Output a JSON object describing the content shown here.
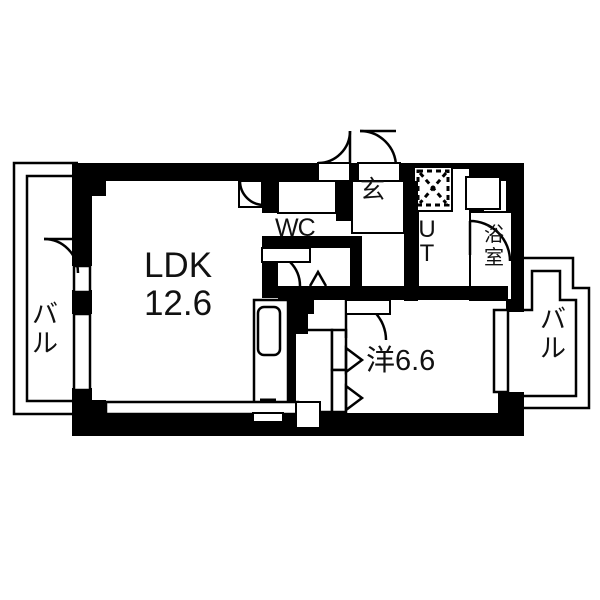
{
  "plan": {
    "type": "japanese-apartment-floorplan",
    "background_color": "#ffffff",
    "wall_color": "#000000",
    "line_color": "#000000",
    "text_color": "#111111"
  },
  "rooms": {
    "ldk": {
      "name": "LDK",
      "area": "12.6"
    },
    "western_room": {
      "label": "洋6.6"
    },
    "toilet": {
      "label": "WC"
    },
    "utility": {
      "line1": "U",
      "line2": "T"
    },
    "entrance": {
      "label": "玄"
    },
    "bathroom": {
      "line1": "浴",
      "line2": "室"
    },
    "balcony_left": {
      "line1": "バ",
      "line2": "ル"
    },
    "balcony_right": {
      "line1": "バ",
      "line2": "ル"
    }
  },
  "fixtures": {
    "washing_machine": "washing-machine-icon",
    "kitchen_sink": "kitchen-sink-icon",
    "entrance_door": "entrance-door-icon",
    "toilet_door": "toilet-door-icon",
    "bathroom_door": "bathroom-door-icon",
    "bedroom_door": "bedroom-door-icon",
    "balcony_left_door": "balcony-left-door-icon",
    "closet_doors": "closet-sliding-doors-icon"
  }
}
